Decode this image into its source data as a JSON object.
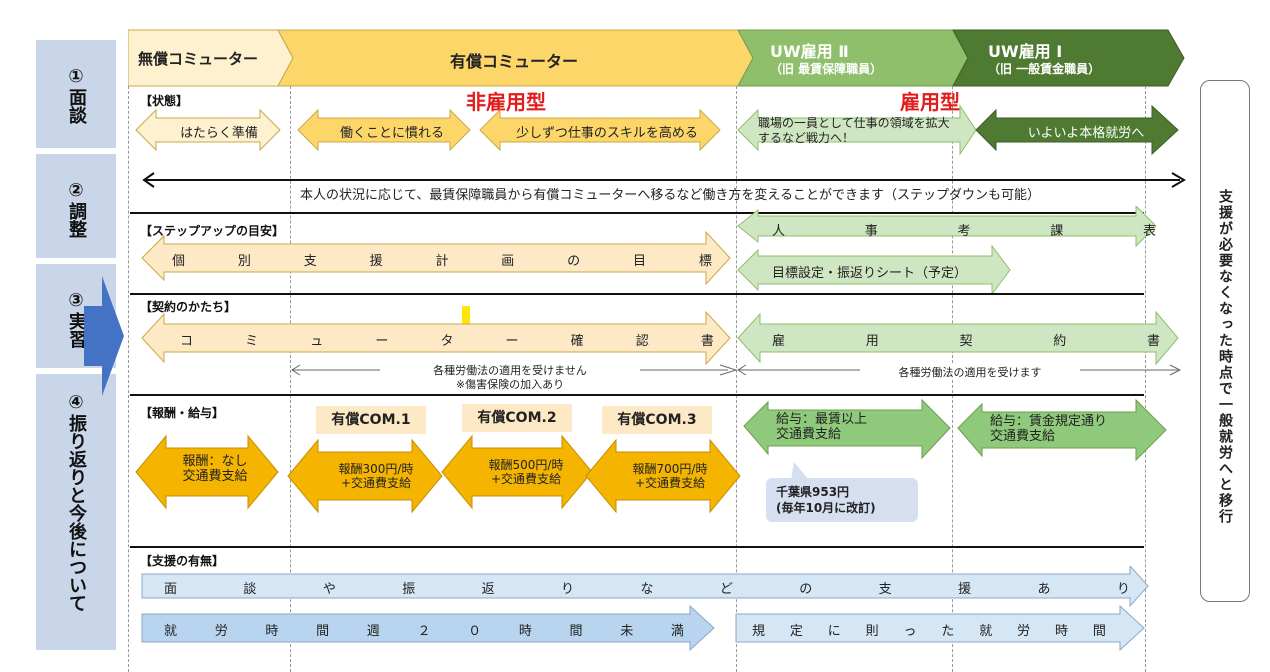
{
  "header": {
    "unpaid": "無償コミューター",
    "paid": "有償コミューター",
    "uw2_title": "UW雇用 Ⅱ",
    "uw2_sub": "（旧 最賃保障職員）",
    "uw1_title": "UW雇用 Ⅰ",
    "uw1_sub": "（旧 一般賃金職員）"
  },
  "steps": [
    {
      "num": "①",
      "label": "面談"
    },
    {
      "num": "②",
      "label": "調整"
    },
    {
      "num": "③",
      "label": "実習"
    },
    {
      "num": "④",
      "label": "振り返りと今後について"
    }
  ],
  "status": {
    "tag": "【状態】",
    "non_employment": "非雇用型",
    "employment": "雇用型",
    "prep": "はたらく準備",
    "getting_used": "働くことに慣れる",
    "raise_skill": "少しずつ仕事のスキルを高める",
    "expand": "職場の一員として仕事の領域を拡大するなど戦力へ！",
    "full_work": "いよいよ本格就労へ"
  },
  "adjust": {
    "text": "本人の状況に応じて、最賃保障職員から有償コミューターへ移るなど働き方を変えることができます（ステップダウンも可能）"
  },
  "stepup": {
    "tag": "【ステップアップの目安】",
    "plan_chars": [
      "個",
      "別",
      "支",
      "援",
      "計",
      "画",
      "の",
      "目",
      "標"
    ],
    "review_chars": [
      "人",
      "事",
      "考",
      "課",
      "表"
    ],
    "sheet": "目標設定・振返りシート（予定）"
  },
  "contract": {
    "tag": "【契約のかたち】",
    "commuter_chars": [
      "コ",
      "ミ",
      "ュ",
      "ー",
      "タ",
      "ー",
      "確",
      "認",
      "書"
    ],
    "employment_chars": [
      "雇",
      "用",
      "契",
      "約",
      "書"
    ],
    "law_not_line1": "各種労働法の適用を受けません",
    "law_not_line2": "※傷害保険の加入あり",
    "law_yes": "各種労働法の適用を受けます"
  },
  "pay": {
    "tag": "【報酬・給与】",
    "none": "報酬：なし\n交通費支給",
    "com1_label": "有償COM.1",
    "com2_label": "有償COM.2",
    "com3_label": "有償COM.3",
    "com1": "報酬300円/時\n+交通費支給",
    "com2": "報酬500円/時\n+交通費支給",
    "com3": "報酬700円/時\n+交通費支給",
    "uw2": "給与：最賃以上\n交通費支給",
    "uw1": "給与：賃金規定通り\n交通費支給",
    "callout_line1": "千葉県953円",
    "callout_line2": "(毎年10月に改訂)"
  },
  "support": {
    "tag": "【支援の有無】",
    "interview_chars": [
      "面",
      "談",
      "や",
      "振",
      "返",
      "り",
      "な",
      "ど",
      "の",
      "支",
      "援",
      "あ",
      "り"
    ],
    "hours_chars": [
      "就",
      "労",
      "時",
      "間",
      "週",
      "２",
      "０",
      "時",
      "間",
      "未",
      "満"
    ],
    "rule_chars": [
      "規",
      "定",
      "に",
      "則",
      "っ",
      "た",
      "就",
      "労",
      "時",
      "間"
    ]
  },
  "right_panel": {
    "text": "支援が必要なくなった時点で一般就労へと移行"
  },
  "colors": {
    "header_unpaid": "#fdf1d0",
    "header_paid": "#fdd66a",
    "header_uw2": "#8fbf6a",
    "header_uw1": "#4f7a31",
    "arrow_light": "#fde9c6",
    "arrow_yellow": "#fdd66a",
    "arrow_orange": "#f4b400",
    "arrow_green_light": "#cfe6c3",
    "arrow_green": "#8fc97b",
    "arrow_green_dark": "#4f7a31",
    "arrow_blue": "#d5e6f5",
    "step_box": "#c9d6ea",
    "accent_red": "#e31b1b"
  }
}
